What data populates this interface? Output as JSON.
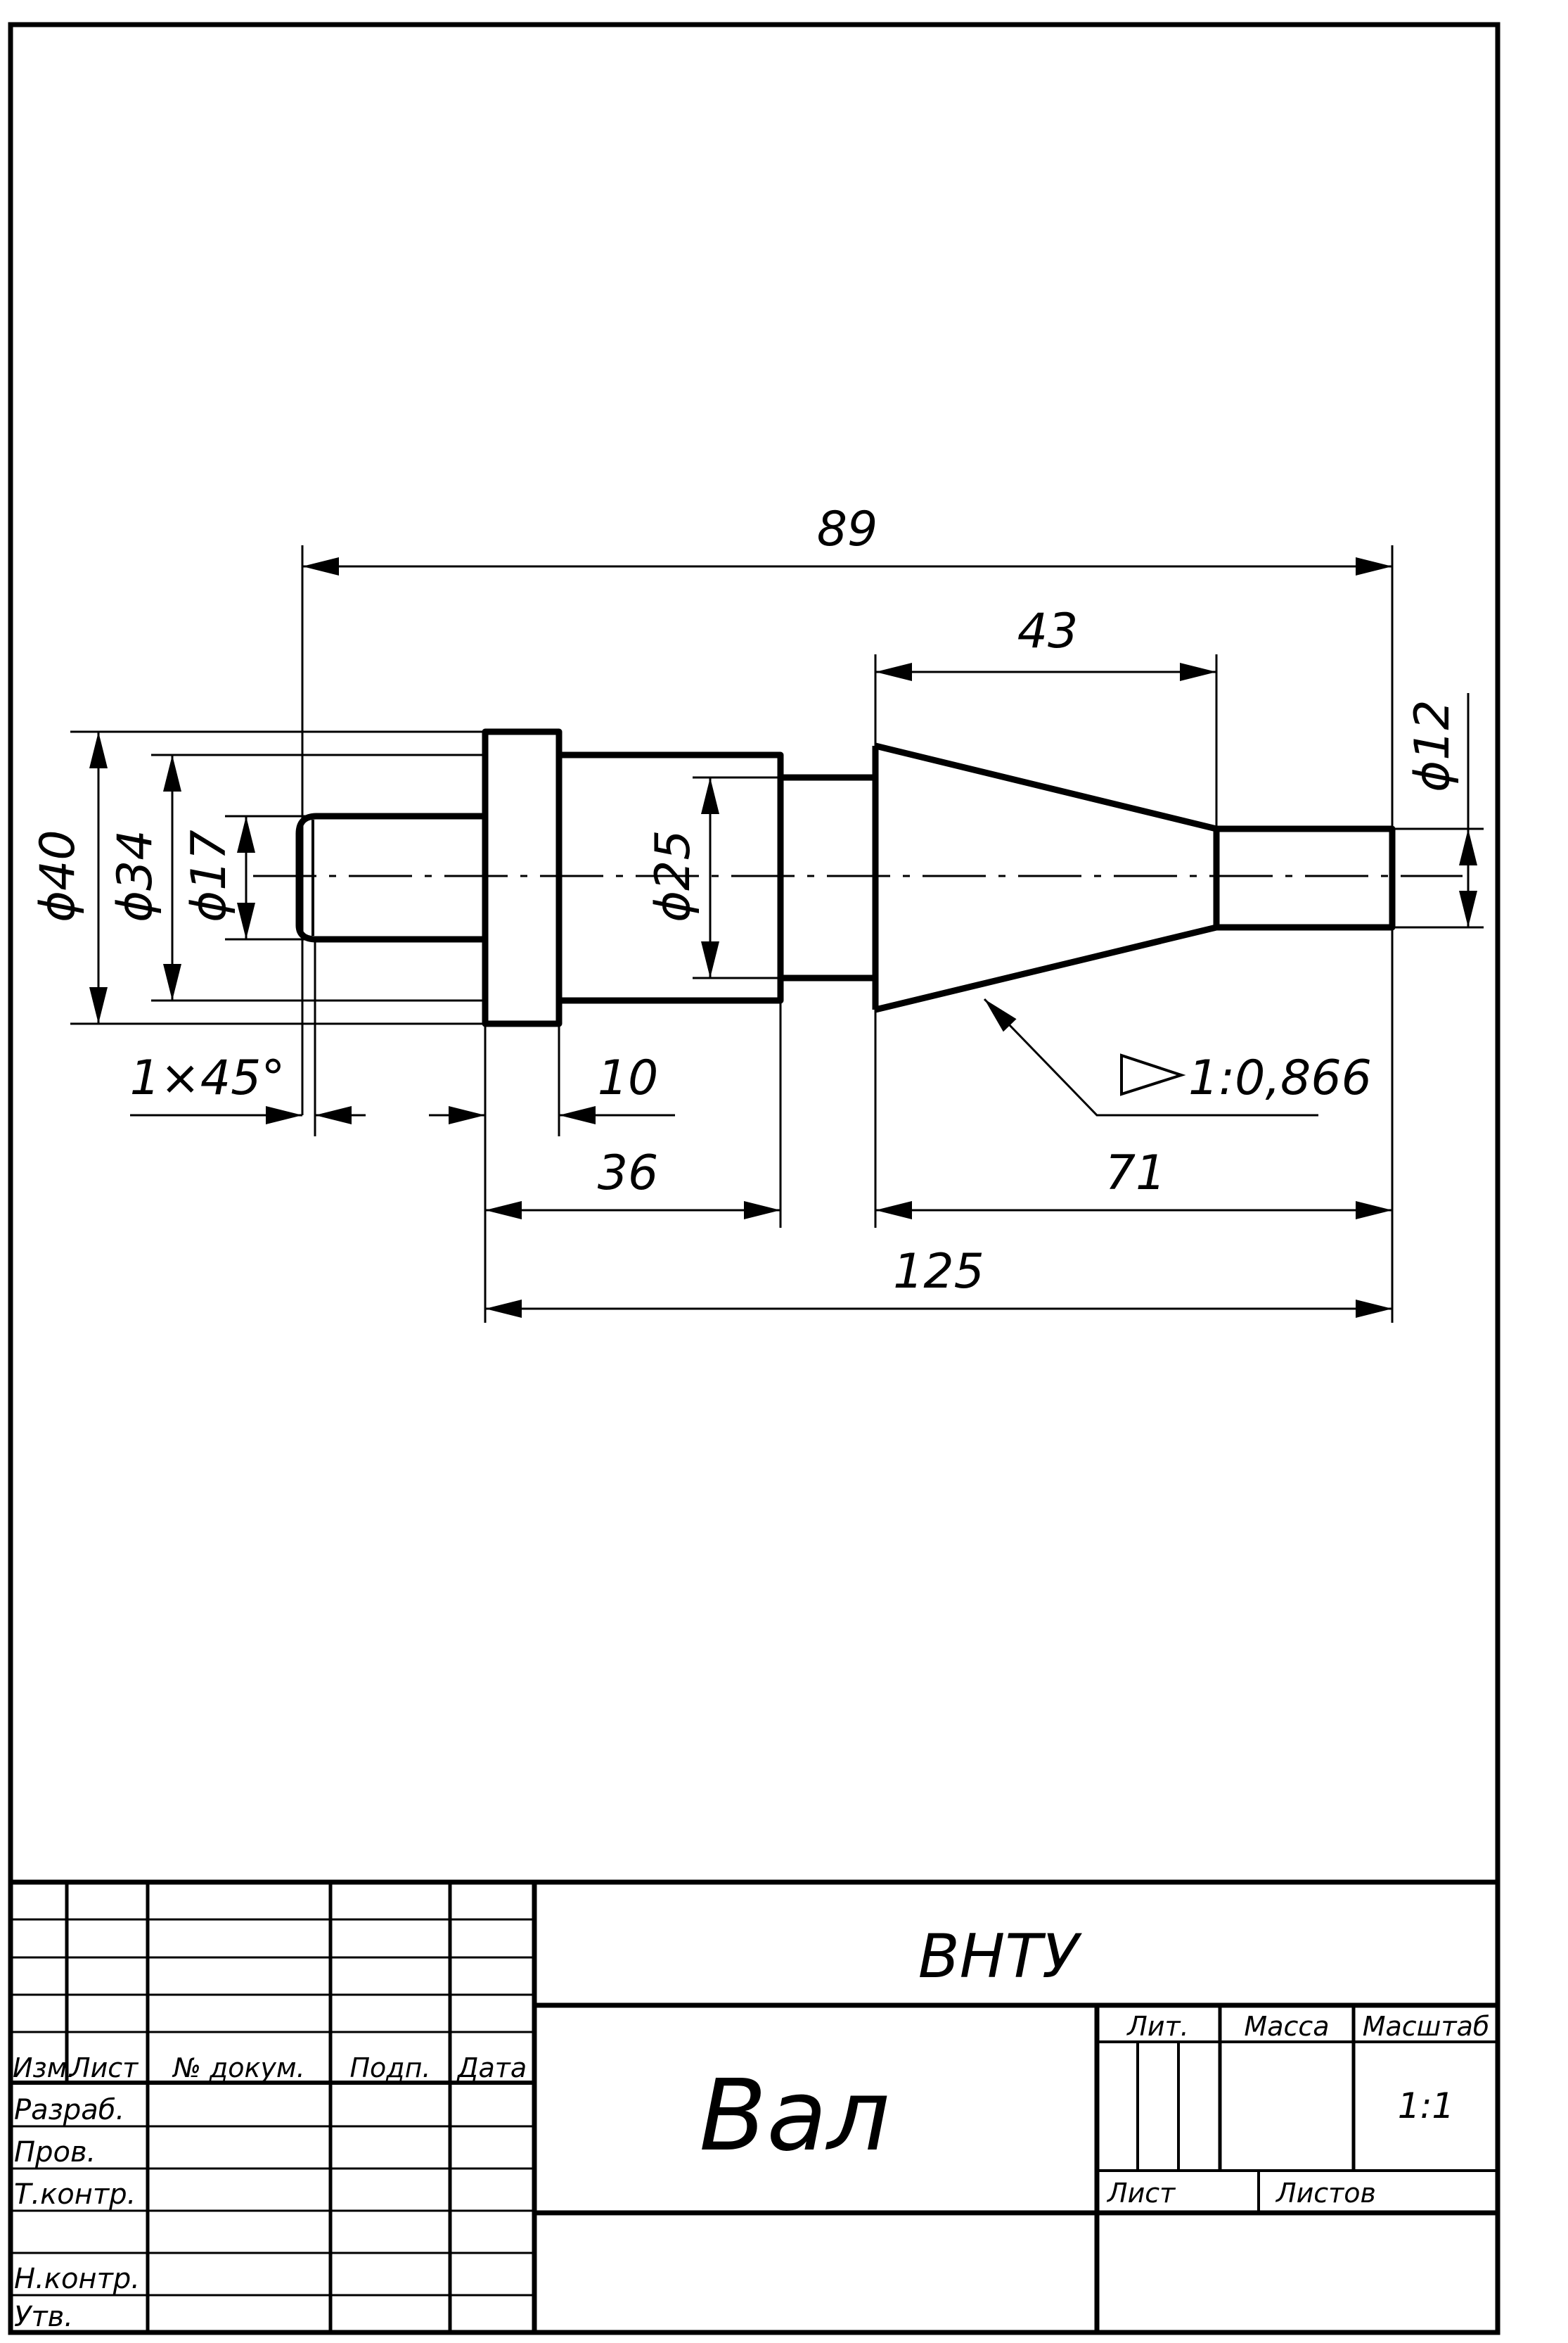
{
  "drawing": {
    "dimensions": {
      "overall_89": "89",
      "cone_43": "43",
      "dia_12": "ϕ12",
      "dia_40": "ϕ40",
      "dia_34": "ϕ34",
      "dia_17": "ϕ17",
      "dia_25": "ϕ25",
      "chamfer": "1×45°",
      "collar_10": "10",
      "length_36": "36",
      "length_71": "71",
      "length_125": "125",
      "taper": "1:0,866"
    }
  },
  "title_block": {
    "organization": "ВНТУ",
    "part_name": "Вал",
    "headers": {
      "izm": "Изм.",
      "list": "Лист",
      "doc_no": "№ докум.",
      "sign": "Подп.",
      "date": "Дата"
    },
    "roles": {
      "developed": "Разраб.",
      "checked": "Пров.",
      "tech_control": "Т.контр.",
      "norm_control": "Н.контр.",
      "approved": "Утв."
    },
    "lit_label": "Лит.",
    "mass_label": "Масса",
    "scale_label": "Масштаб",
    "scale_value": "1:1",
    "sheet_label": "Лист",
    "sheets_label": "Листов"
  }
}
